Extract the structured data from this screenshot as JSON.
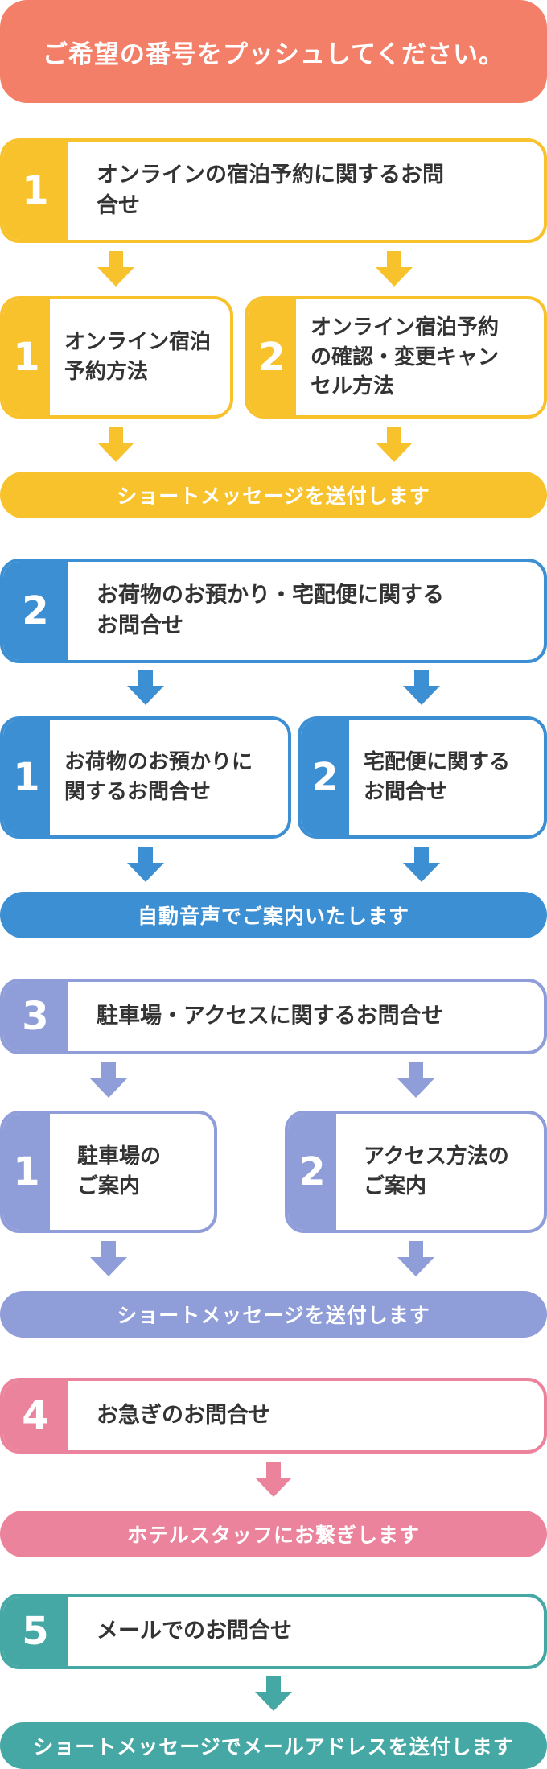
{
  "header": {
    "text": "ご希望の番号をプッシュしてください。"
  },
  "colors": {
    "header": "#f47f69",
    "section1": "#f8c22c",
    "section2": "#3c8fd2",
    "section3": "#8f9dd8",
    "section4": "#ec839c",
    "section5": "#45a8a4"
  },
  "sections": [
    {
      "number": "1",
      "label": "オンラインの宿泊予約に関するお問\n合せ",
      "options": [
        {
          "number": "1",
          "label": "オンライン宿泊\n予約方法"
        },
        {
          "number": "2",
          "label": "オンライン宿泊予約\nの確認・変更キャン\nセル方法"
        }
      ],
      "result": "ショートメッセージを送付します"
    },
    {
      "number": "2",
      "label": "お荷物のお預かり・宅配便に関する\nお問合せ",
      "options": [
        {
          "number": "1",
          "label": "お荷物のお預かりに\n関するお問合せ"
        },
        {
          "number": "2",
          "label": "宅配便に関する\nお問合せ"
        }
      ],
      "result": "自動音声でご案内いたします"
    },
    {
      "number": "3",
      "label": "駐車場・アクセスに関するお問合せ",
      "options": [
        {
          "number": "1",
          "label": "駐車場の\nご案内"
        },
        {
          "number": "2",
          "label": "アクセス方法の\nご案内"
        }
      ],
      "result": "ショートメッセージを送付します"
    },
    {
      "number": "4",
      "label": "お急ぎのお問合せ",
      "result": "ホテルスタッフにお繋ぎします"
    },
    {
      "number": "5",
      "label": "メールでのお問合せ",
      "result": "ショートメッセージでメールアドレスを送付します"
    }
  ]
}
